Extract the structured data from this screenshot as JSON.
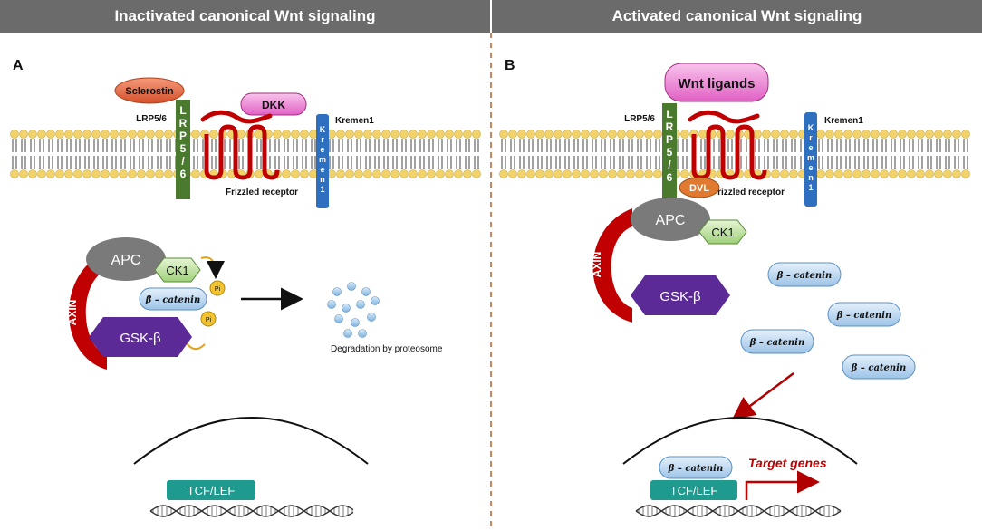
{
  "headers": {
    "left": "Inactivated canonical Wnt signaling",
    "right": "Activated canonical Wnt signaling"
  },
  "panel_a": {
    "letter": "A",
    "sclerostin": "Sclerostin",
    "dkk": "DKK",
    "lrp_label": "LRP5/6",
    "lrp_bar": "LRP5/6",
    "kremen_label": "Kremen1",
    "kremen_bar": "Kremen1",
    "frizzled": "Frizzled receptor",
    "axin": "AXIN",
    "apc": "APC",
    "ck1": "CK1",
    "beta_catenin": "β – catenin",
    "gsk": "GSK-β",
    "pi_1": "Pi",
    "pi_2": "Pi",
    "degradation": "Degradation by proteosome",
    "tcf": "TCF/LEF"
  },
  "panel_b": {
    "letter": "B",
    "wnt": "Wnt ligands",
    "lrp_label": "LRP5/6",
    "lrp_bar": "LRP5/6",
    "kremen_label": "Kremen1",
    "kremen_bar": "Kremen1",
    "frizzled": "Frizzled receptor",
    "dvl": "DVL",
    "apc": "APC",
    "ck1": "CK1",
    "axin": "AXIN",
    "gsk": "GSK-β",
    "beta_catenins": [
      "β – catenin",
      "β – catenin",
      "β – catenin",
      "β – catenin"
    ],
    "beta_catenin_nucleus": "β – catenin",
    "tcf": "TCF/LEF",
    "target_genes": "Target genes"
  },
  "colors": {
    "header_bg": "#6b6b6b",
    "receptor_red": "#c00000",
    "axin_red": "#c00000",
    "gsk_purple": "#5b2a96",
    "lrp_green": "#4a7a2e",
    "kremen_blue": "#2f6fbf",
    "tcf_teal": "#1f9a8e",
    "lipid_head": "#f2d36b"
  }
}
